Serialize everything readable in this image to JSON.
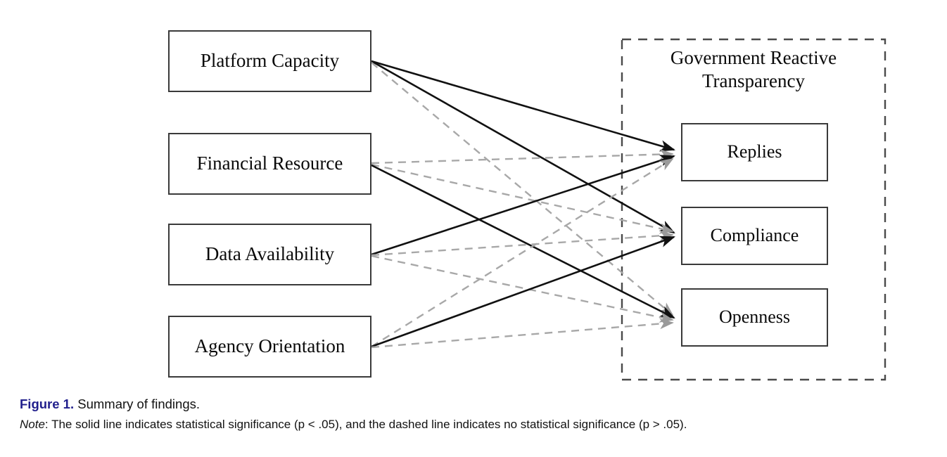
{
  "figure": {
    "caption_label": "Figure 1.",
    "caption_title": "Summary of findings.",
    "note_label": "Note",
    "note_separator": ": ",
    "note_text": "The solid line indicates statistical significance (p < .05), and the dashed line indicates no statistical significance (p > .05).",
    "label_color": "#211f8c",
    "text_color": "#121212"
  },
  "diagram": {
    "type": "path-diagram",
    "antecedents": [
      {
        "id": "platform-capacity",
        "label": "Platform Capacity"
      },
      {
        "id": "financial-resource",
        "label": "Financial Resource"
      },
      {
        "id": "data-availability",
        "label": "Data Availability"
      },
      {
        "id": "agency-orientation",
        "label": "Agency Orientation"
      }
    ],
    "group": {
      "id": "government-reactive-transparency",
      "title_line_1": "Government Reactive",
      "title_line_2": "Transparency",
      "border_style": "dashed"
    },
    "outcomes": [
      {
        "id": "replies",
        "label": "Replies"
      },
      {
        "id": "compliance",
        "label": "Compliance"
      },
      {
        "id": "openness",
        "label": "Openness"
      }
    ],
    "legend": {
      "solid_meaning": "statistical significance (p < .05)",
      "dashed_meaning": "no statistical significance (p > .05)"
    },
    "edges": [
      {
        "from": "platform-capacity",
        "to": "replies",
        "style": "solid"
      },
      {
        "from": "platform-capacity",
        "to": "compliance",
        "style": "solid"
      },
      {
        "from": "platform-capacity",
        "to": "openness",
        "style": "dashed"
      },
      {
        "from": "financial-resource",
        "to": "replies",
        "style": "dashed"
      },
      {
        "from": "financial-resource",
        "to": "compliance",
        "style": "dashed"
      },
      {
        "from": "financial-resource",
        "to": "openness",
        "style": "solid"
      },
      {
        "from": "data-availability",
        "to": "replies",
        "style": "solid"
      },
      {
        "from": "data-availability",
        "to": "compliance",
        "style": "dashed"
      },
      {
        "from": "data-availability",
        "to": "openness",
        "style": "dashed"
      },
      {
        "from": "agency-orientation",
        "to": "replies",
        "style": "dashed"
      },
      {
        "from": "agency-orientation",
        "to": "compliance",
        "style": "solid"
      },
      {
        "from": "agency-orientation",
        "to": "openness",
        "style": "dashed"
      }
    ],
    "colors": {
      "solid_line": "#111111",
      "dashed_line": "#a8a8a8",
      "box_border": "#3a3a3a",
      "group_border": "#4a4a4a"
    }
  }
}
